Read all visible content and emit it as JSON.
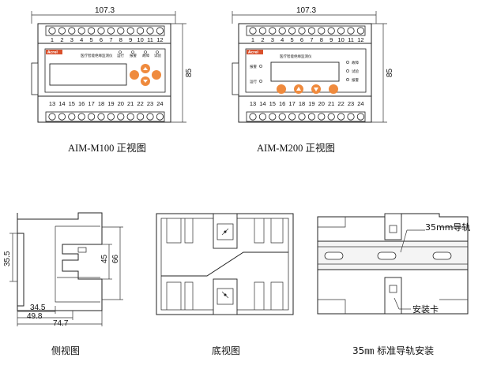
{
  "m100": {
    "width_dim": "107.3",
    "height_dim": "85",
    "top_terminals": [
      "1",
      "2",
      "3",
      "4",
      "5",
      "6",
      "7",
      "8",
      "9",
      "10",
      "11",
      "12"
    ],
    "bottom_terminals": [
      "13",
      "14",
      "15",
      "16",
      "17",
      "18",
      "19",
      "20",
      "21",
      "22",
      "23",
      "24"
    ],
    "brand": "Acrel",
    "model_tag": "AIM-M100",
    "panel_title": "医疗智能绝缘监测仪",
    "indicators": [
      "运行",
      "报警",
      "故障",
      "试验"
    ],
    "caption": "AIM-M100 正视图"
  },
  "m200": {
    "width_dim": "107.3",
    "height_dim": "85",
    "top_terminals": [
      "1",
      "2",
      "3",
      "4",
      "5",
      "6",
      "7",
      "8",
      "9",
      "10",
      "11",
      "12"
    ],
    "bottom_terminals": [
      "13",
      "14",
      "15",
      "16",
      "17",
      "18",
      "19",
      "20",
      "21",
      "22",
      "23",
      "24"
    ],
    "brand": "Acrel",
    "model_tag": "AIM-M200",
    "panel_title": "医疗智能绝缘监测仪",
    "left_indicators": [
      "报警",
      "运行"
    ],
    "right_indicators": [
      "故障",
      "试验",
      "报警"
    ],
    "caption": "AIM-M200 正视图"
  },
  "side": {
    "dims": [
      "35.5",
      "45",
      "66",
      "34.5",
      "49.8",
      "74.7"
    ],
    "caption": "侧视图"
  },
  "bottom": {
    "caption": "底视图"
  },
  "rail": {
    "rail_label": "35mm导轨",
    "clip_label": "安装卡",
    "caption": "35㎜ 标准导轨安装"
  }
}
